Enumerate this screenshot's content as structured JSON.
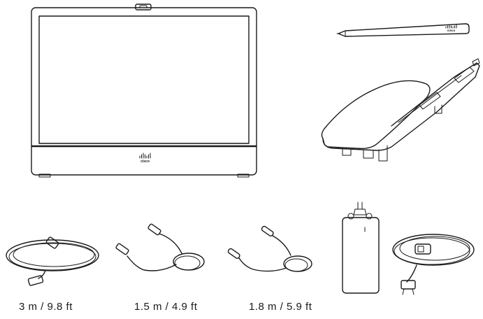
{
  "brand": {
    "logo_text": "cisco"
  },
  "items": [
    {
      "caption": ""
    },
    {
      "caption": ""
    },
    {
      "caption": ""
    },
    {
      "caption": "3 m / 9.8 ft"
    },
    {
      "caption": "1.5 m / 4.9 ft"
    },
    {
      "caption": "1.8 m / 5.9 ft"
    },
    {
      "caption": ""
    }
  ],
  "colors": {
    "line": "#1a1a1a",
    "background": "#ffffff",
    "panel": "#f4f4f4"
  },
  "icons": [
    "monitor-device-icon",
    "stylus-pen-icon",
    "stand-bracket-icon",
    "network-cable-icon",
    "usb-cable-icon",
    "usb-c-cable-icon",
    "power-adapter-icon"
  ]
}
